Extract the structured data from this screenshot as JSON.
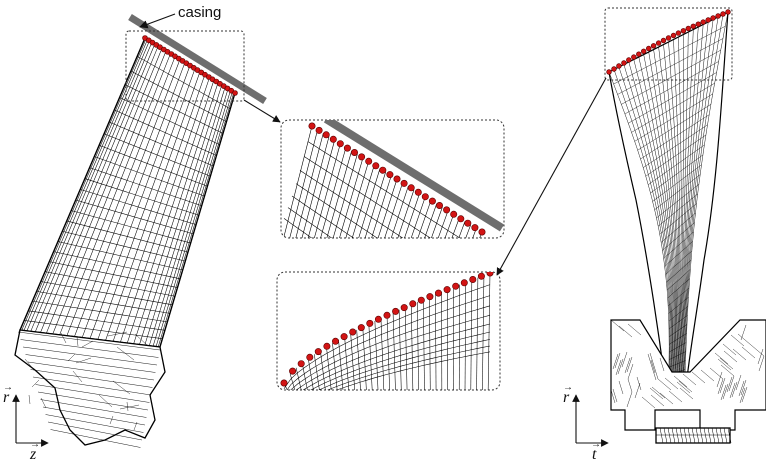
{
  "labels": {
    "casing": "casing"
  },
  "axes": {
    "left": {
      "vertical": "r",
      "horizontal": "z"
    },
    "right": {
      "vertical": "r",
      "horizontal": "t"
    }
  },
  "colors": {
    "mesh": "#000000",
    "casing": "#6e6e6e",
    "nodes": "#d21414",
    "node_outline": "#5a0000",
    "callout_border": "#333333"
  }
}
